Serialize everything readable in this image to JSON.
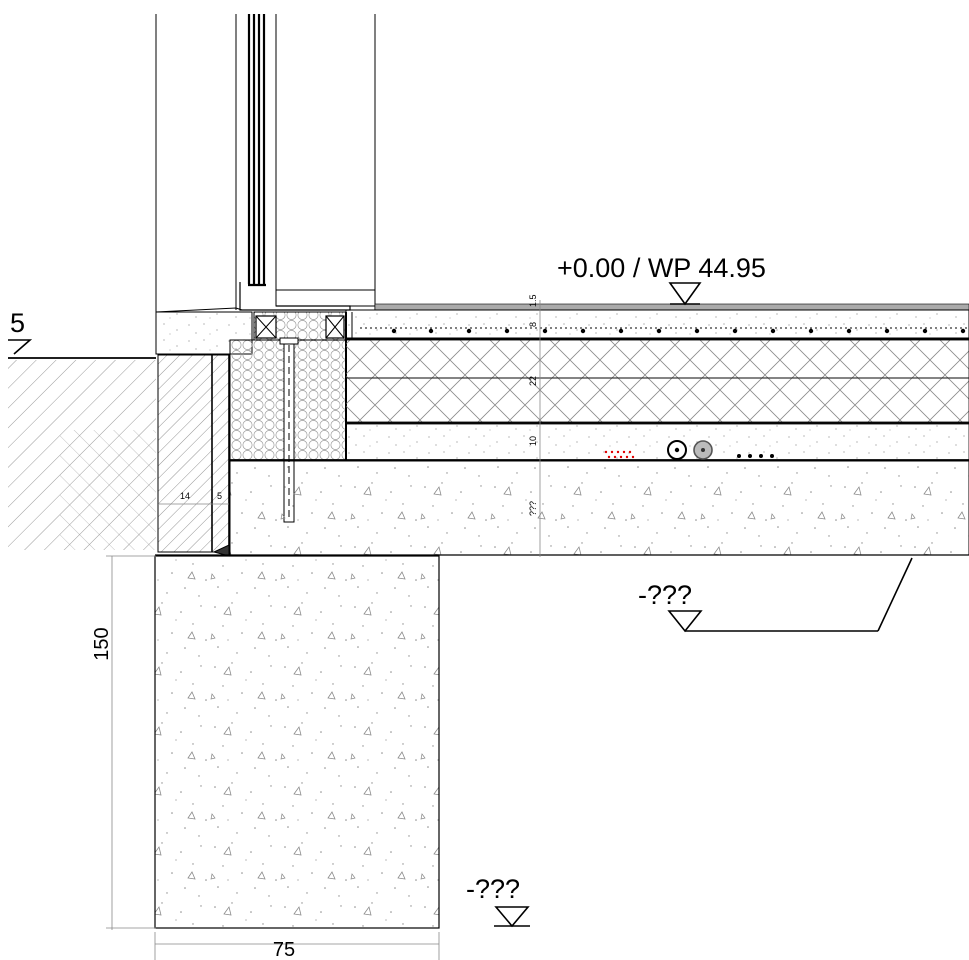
{
  "levels": {
    "floor": "+0.00 / WP 44.95",
    "slab_bottom": "-???",
    "foundation_bottom": "-???",
    "left_partial": "5"
  },
  "dimensions": {
    "foundation_width": "75",
    "foundation_height": "150",
    "layer_finish": "1.5",
    "layer_screed": "8",
    "layer_insulation": "22",
    "layer_fill": "10",
    "layer_slab": "???",
    "perimeter_1": "14",
    "perimeter_2": "5"
  },
  "colors": {
    "line": "#000000",
    "hatch": "#9a9a9a",
    "speckle": "#8a8a8a",
    "pipe_marks": "#e00000"
  }
}
